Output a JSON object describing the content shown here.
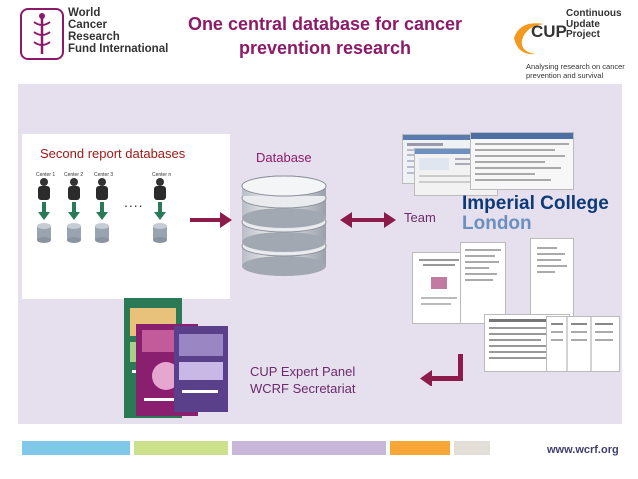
{
  "header": {
    "title_line1": "One central database for cancer",
    "title_line2": "prevention research",
    "wcrf_line1": "World",
    "wcrf_line2": "Cancer",
    "wcrf_line3": "Research",
    "wcrf_line4": "Fund International",
    "cup_word": "CUP",
    "cup_line1": "Continuous",
    "cup_line2": "Update",
    "cup_line3": "Project",
    "cup_tagline": "Analysing research on cancer prevention and survival"
  },
  "diagram": {
    "second_report_title": "Second report databases",
    "centers": [
      "Center 1",
      "Center 2",
      "Center 3",
      "Center n"
    ],
    "ellipsis": "....",
    "database_label": "Database",
    "team_label": "Team",
    "imperial_line1": "Imperial College",
    "imperial_line2": "London",
    "expert_panel_label": "CUP Expert Panel",
    "secretariat_label": "WCRF Secretariat"
  },
  "footer": {
    "url": "www.wcrf.org",
    "bar_colors": [
      "#7fc8e8",
      "#cde08c",
      "#c9b7d9",
      "#f7a637",
      "#e3ded8"
    ]
  },
  "colors": {
    "accent": "#8c1a6a",
    "arrow": "#8c1a4a",
    "panel": "#e6e0ee",
    "cup_orange": "#f39a1e"
  }
}
